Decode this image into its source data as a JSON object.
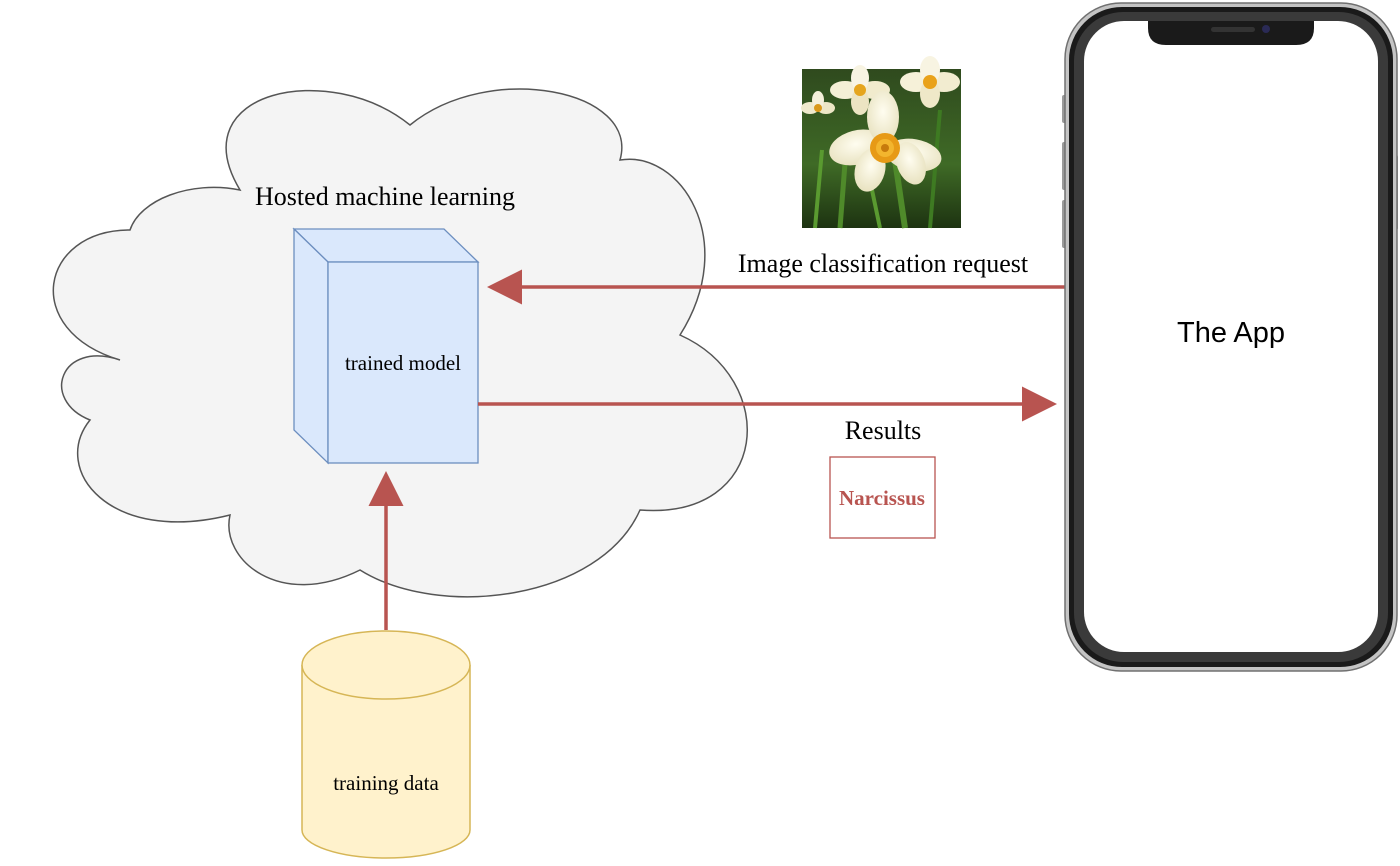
{
  "cloud": {
    "title": "Hosted machine learning",
    "fill": "#f4f4f4",
    "stroke": "#555555"
  },
  "model": {
    "label": "trained model",
    "fill": "#dae8fc",
    "stroke": "#6c8ebf"
  },
  "training_data": {
    "label": "training data",
    "fill": "#fff2cc",
    "stroke": "#d6b656"
  },
  "request": {
    "label": "Image classification request",
    "image_icon": "daffodil-photo"
  },
  "results": {
    "label": "Results",
    "value": "Narcissus",
    "color": "#b85450"
  },
  "phone": {
    "label": "The App",
    "icon": "smartphone-icon"
  },
  "arrow_color": "#b85450"
}
